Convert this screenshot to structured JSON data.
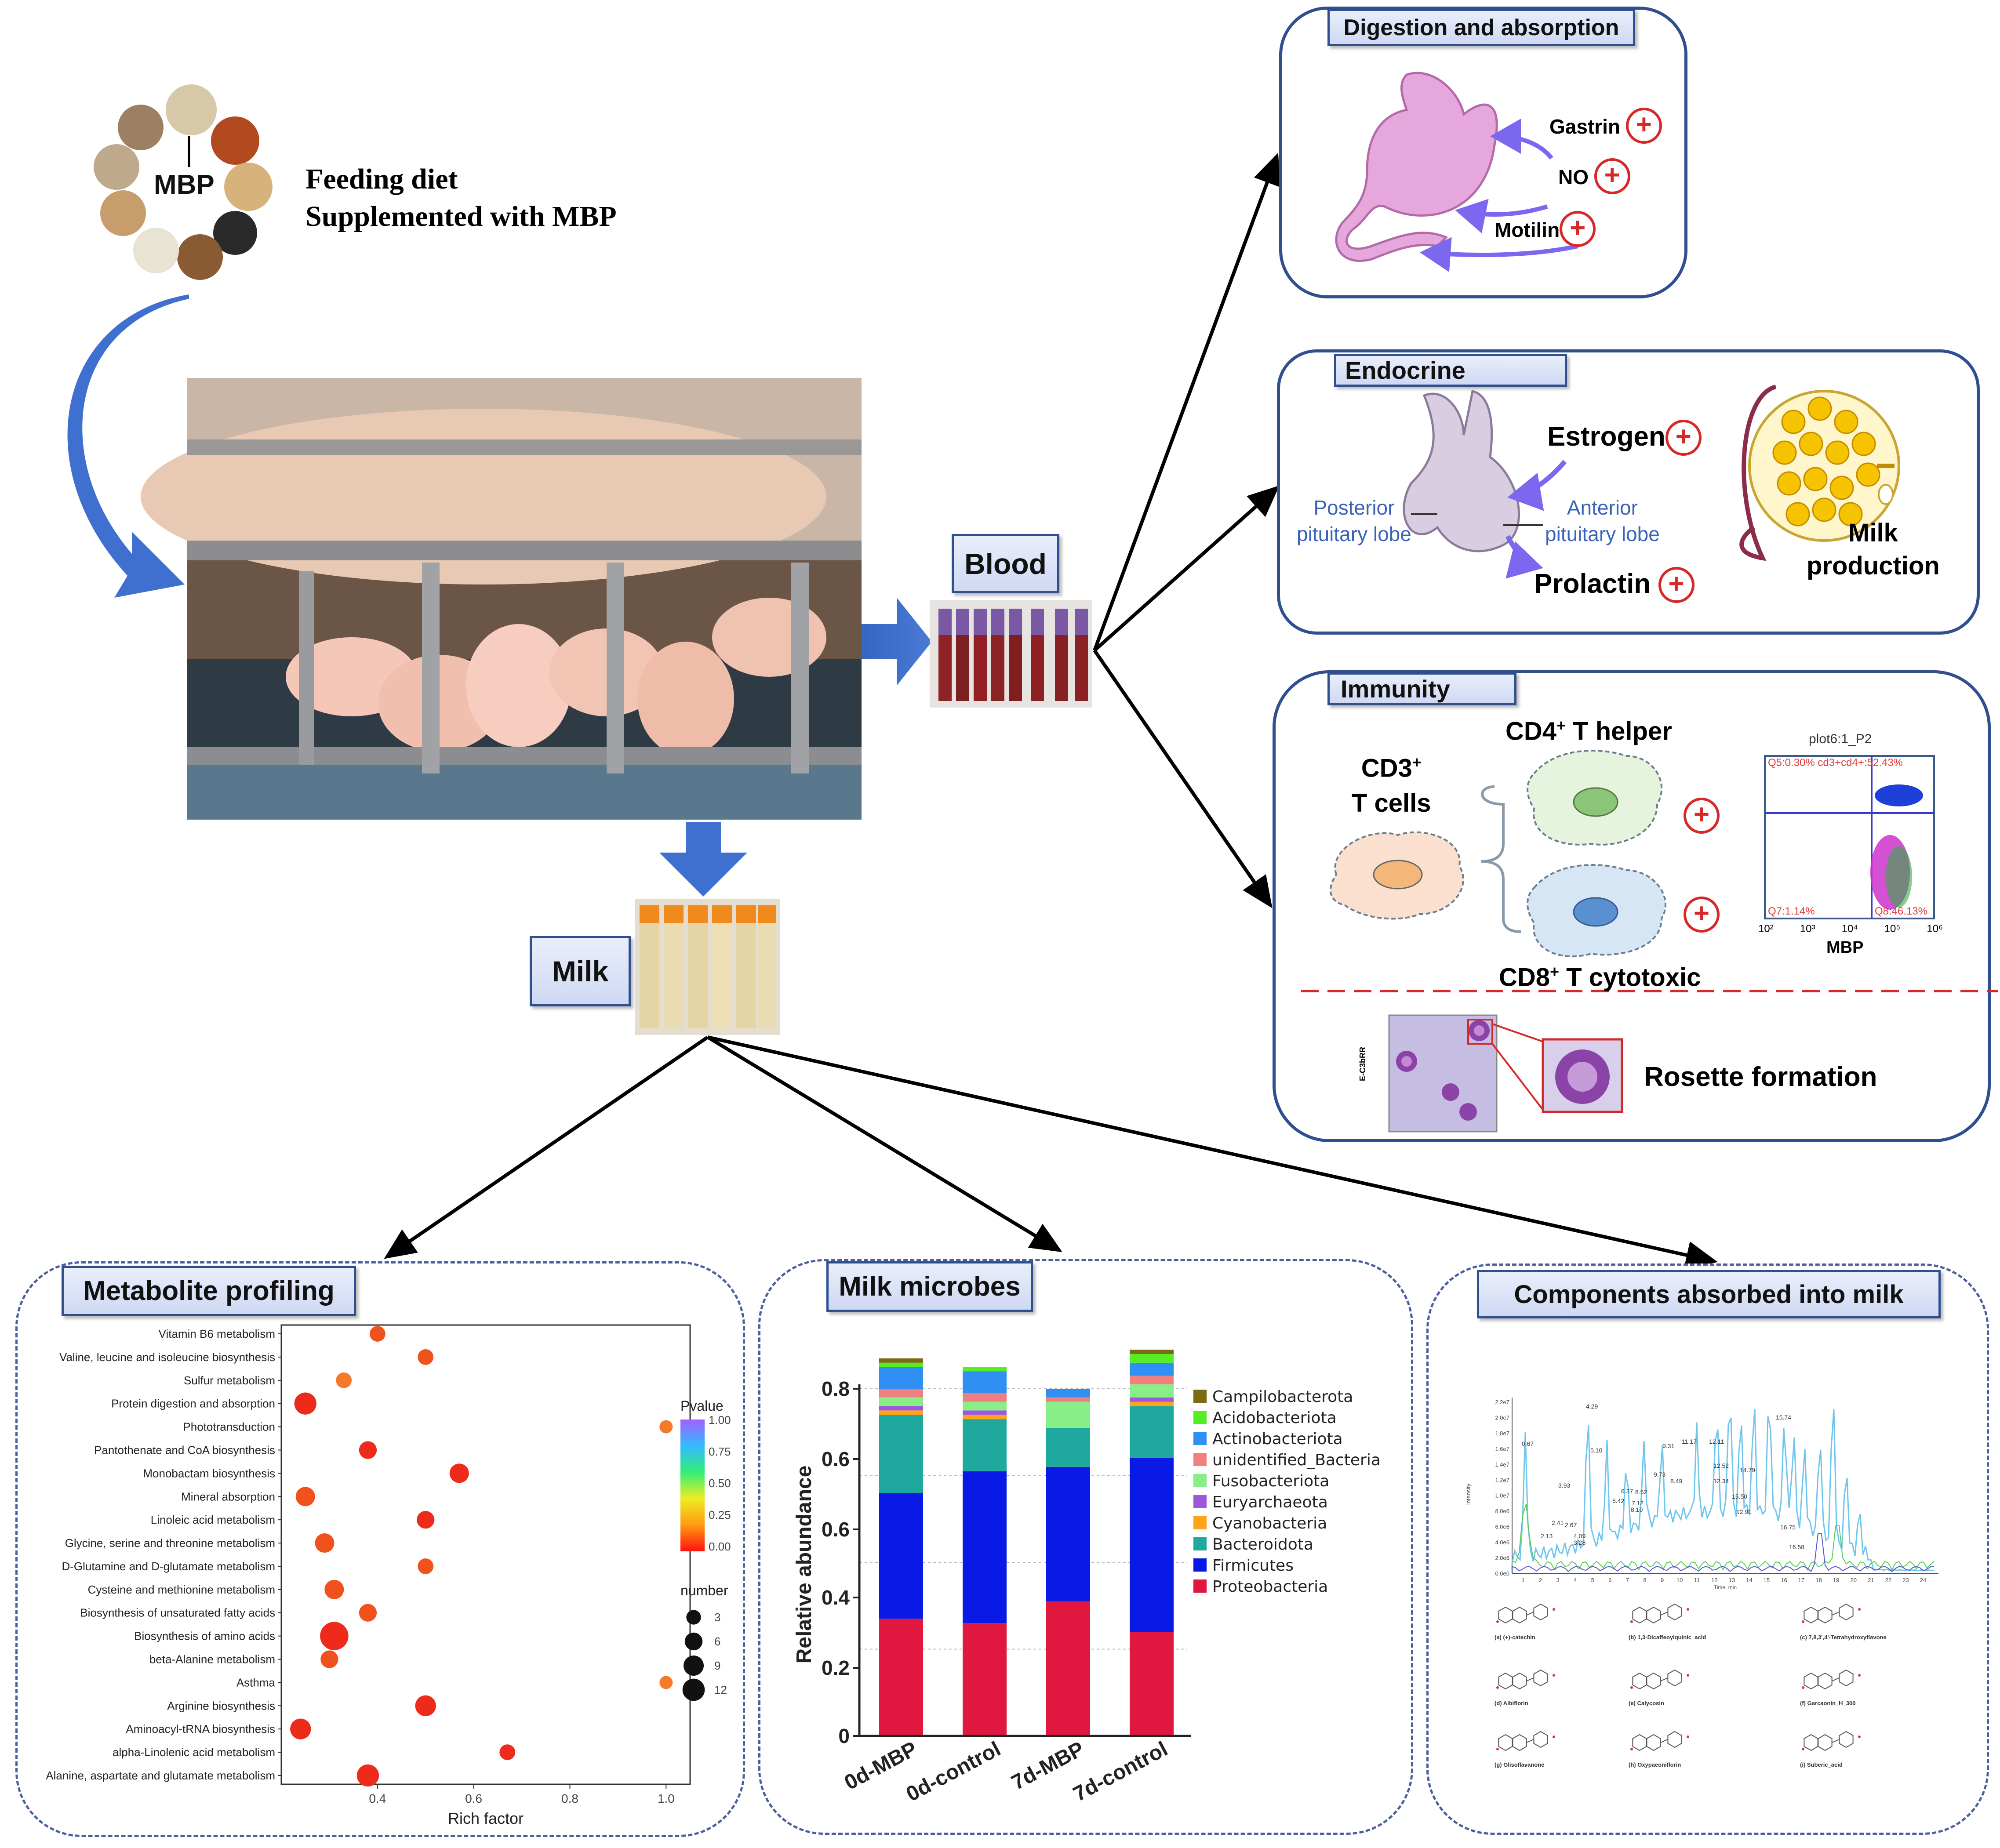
{
  "diet": {
    "ring_label": "MBP",
    "line1": "Feeding diet",
    "line2": "Supplemented with MBP"
  },
  "labels": {
    "blood": "Blood",
    "milk": "Milk"
  },
  "digestion": {
    "title": "Digestion and absorption",
    "items": [
      "Gastrin",
      "NO",
      "Motilin"
    ]
  },
  "endocrine": {
    "title": "Endocrine",
    "estrogen": "Estrogen",
    "prolactin": "Prolactin",
    "posterior": [
      "Posterior",
      "pituitary lobe"
    ],
    "anterior": [
      "Anterior",
      "pituitary lobe"
    ],
    "milk_production": [
      "Milk",
      "production"
    ]
  },
  "immunity": {
    "title": "Immunity",
    "cd3": [
      "CD3",
      "+",
      "T cells"
    ],
    "cd4": [
      "CD4",
      "+",
      " T helper"
    ],
    "cd8": [
      "CD8",
      "+",
      " T cytotoxic"
    ],
    "flow_title": "plot6:1_P2",
    "flow_q5": "Q5:0.30% cd3+cd4+:52.43%",
    "flow_q7": "Q7:1.14%",
    "flow_q8": "Q8:46.13%",
    "flow_xlabel": "MBP",
    "flow_ticks": [
      "10²",
      "10³",
      "10⁴",
      "10⁵",
      "10⁶"
    ],
    "rosette": "Rosette formation",
    "micro_label": "E-C3bRR"
  },
  "metabolite": {
    "title": "Metabolite profiling",
    "xlabel": "Rich factor",
    "xticks": [
      "0.4",
      "0.6",
      "0.8",
      "1.0"
    ],
    "legend_pvalue_title": "Pvalue",
    "legend_pvalue_ticks": [
      "1.00",
      "0.75",
      "0.50",
      "0.25",
      "0.00"
    ],
    "legend_number_title": "number",
    "legend_number_ticks": [
      "3",
      "6",
      "9",
      "12"
    ]
  },
  "microbes": {
    "title": "Milk microbes"
  },
  "components": {
    "title": "Components absorbed into milk",
    "peak_labels": [
      "4.29",
      "0.67",
      "5.10",
      "9.31",
      "11.17",
      "12.11",
      "15.74",
      "12.52",
      "14.79",
      "12.34",
      "15.50",
      "3.93",
      "6.37",
      "8.52",
      "9.73",
      "8.49",
      "5.42",
      "7.12",
      "8.10",
      "2.41",
      "2.67",
      "2.13",
      "4.09",
      "3.28",
      "12.91",
      "16.75",
      "16.58"
    ],
    "compounds": [
      "(a) (+)-catechin",
      "(b) 1,3-Dicaffeoylquinic_acid",
      "(c) 7,8,3',4'-Tetrahydroxyflavone",
      "(d) Albiflorin",
      "(e) Calycosin",
      "(f) Garcaonin_H_300",
      "(g) Glisoflavanone",
      "(h) Oxypaeoniflorin",
      "(i) Suberic_acid"
    ],
    "yticks": [
      "2.2e7",
      "2.0e7",
      "1.8e7",
      "1.6e7",
      "1.4e7",
      "1.2e7",
      "1.0e7",
      "8.0e6",
      "6.0e6",
      "4.0e6",
      "2.0e6",
      "0.0e0"
    ],
    "xticks": [
      "1",
      "2",
      "3",
      "4",
      "5",
      "6",
      "7",
      "8",
      "9",
      "10",
      "11",
      "12",
      "13",
      "14",
      "15",
      "16",
      "17",
      "18",
      "19",
      "20",
      "21",
      "22",
      "23",
      "24"
    ],
    "ylabel": "Intensity",
    "xlabel": "Time, min"
  },
  "chart_data": [
    {
      "type": "scatter",
      "title": "Metabolite profiling",
      "xlabel": "Rich factor",
      "ylabel": "",
      "xlim": [
        0.2,
        1.05
      ],
      "xticks": [
        0.4,
        0.6,
        0.8,
        1.0
      ],
      "pvalue_range": [
        0,
        1
      ],
      "colors": [
        "#ff1a1a",
        "#ff8a00",
        "#f7f700",
        "#44ee44",
        "#22ccff",
        "#9955ff"
      ],
      "categories": [
        "Vitamin B6 metabolism",
        "Valine, leucine and isoleucine biosynthesis",
        "Sulfur metabolism",
        "Protein digestion and absorption",
        "Phototransduction",
        "Pantothenate and CoA biosynthesis",
        "Monobactam biosynthesis",
        "Mineral absorption",
        "Linoleic acid metabolism",
        "Glycine, serine and threonine metabolism",
        "D-Glutamine and D-glutamate metabolism",
        "Cysteine and methionine metabolism",
        "Biosynthesis of unsaturated fatty acids",
        "Biosynthesis of amino acids",
        "beta-Alanine metabolism",
        "Asthma",
        "Arginine biosynthesis",
        "Aminoacyl-tRNA biosynthesis",
        "alpha-Linolenic acid metabolism",
        "Alanine, aspartate and glutamate metabolism"
      ],
      "x": [
        0.4,
        0.5,
        0.33,
        0.25,
        1.0,
        0.38,
        0.57,
        0.25,
        0.5,
        0.29,
        0.5,
        0.31,
        0.38,
        0.31,
        0.3,
        1.0,
        0.5,
        0.24,
        0.67,
        0.38
      ],
      "number": [
        2,
        2,
        2,
        6,
        1,
        3,
        4,
        4,
        3,
        4,
        2,
        4,
        3,
        12,
        3,
        1,
        5,
        5,
        2,
        6
      ],
      "pvalue": [
        0.12,
        0.08,
        0.18,
        0.03,
        0.2,
        0.06,
        0.01,
        0.1,
        0.04,
        0.1,
        0.1,
        0.08,
        0.1,
        0.0,
        0.12,
        0.2,
        0.02,
        0.06,
        0.05,
        0.02
      ]
    },
    {
      "type": "bar",
      "title": "Milk microbes",
      "ylabel": "Relative abundance",
      "ylim": [
        0,
        0.8
      ],
      "yticks": [
        "0",
        "0.2",
        "0.4",
        "0.6",
        "0.6",
        "0.8"
      ],
      "categories": [
        "0d-MBP",
        "0d-control",
        "7d-MBP",
        "7d-control"
      ],
      "series": [
        {
          "name": "Proteobacteria",
          "color": "#e0173f",
          "values": [
            0.27,
            0.26,
            0.31,
            0.24
          ]
        },
        {
          "name": "Firmicutes",
          "color": "#0a1ae6",
          "values": [
            0.29,
            0.35,
            0.31,
            0.4
          ]
        },
        {
          "name": "Bacteroidota",
          "color": "#1fa89d",
          "values": [
            0.18,
            0.12,
            0.09,
            0.12
          ]
        },
        {
          "name": "Cyanobacteria",
          "color": "#ffa31a",
          "values": [
            0.01,
            0.01,
            0.0,
            0.01
          ]
        },
        {
          "name": "Euryarchaeota",
          "color": "#9b59d9",
          "values": [
            0.01,
            0.01,
            0.0,
            0.01
          ]
        },
        {
          "name": "Fusobacteriota",
          "color": "#88ee88",
          "values": [
            0.02,
            0.02,
            0.06,
            0.03
          ]
        },
        {
          "name": "unidentified_Bacteria",
          "color": "#f07f7f",
          "values": [
            0.02,
            0.02,
            0.01,
            0.02
          ]
        },
        {
          "name": "Actinobacteriota",
          "color": "#2f8ff2",
          "values": [
            0.05,
            0.05,
            0.02,
            0.03
          ]
        },
        {
          "name": "Acidobacteriota",
          "color": "#55ee22",
          "values": [
            0.01,
            0.01,
            0.0,
            0.02
          ]
        },
        {
          "name": "Campilobacterota",
          "color": "#7a6a12",
          "values": [
            0.01,
            0.0,
            0.0,
            0.01
          ]
        }
      ]
    }
  ]
}
